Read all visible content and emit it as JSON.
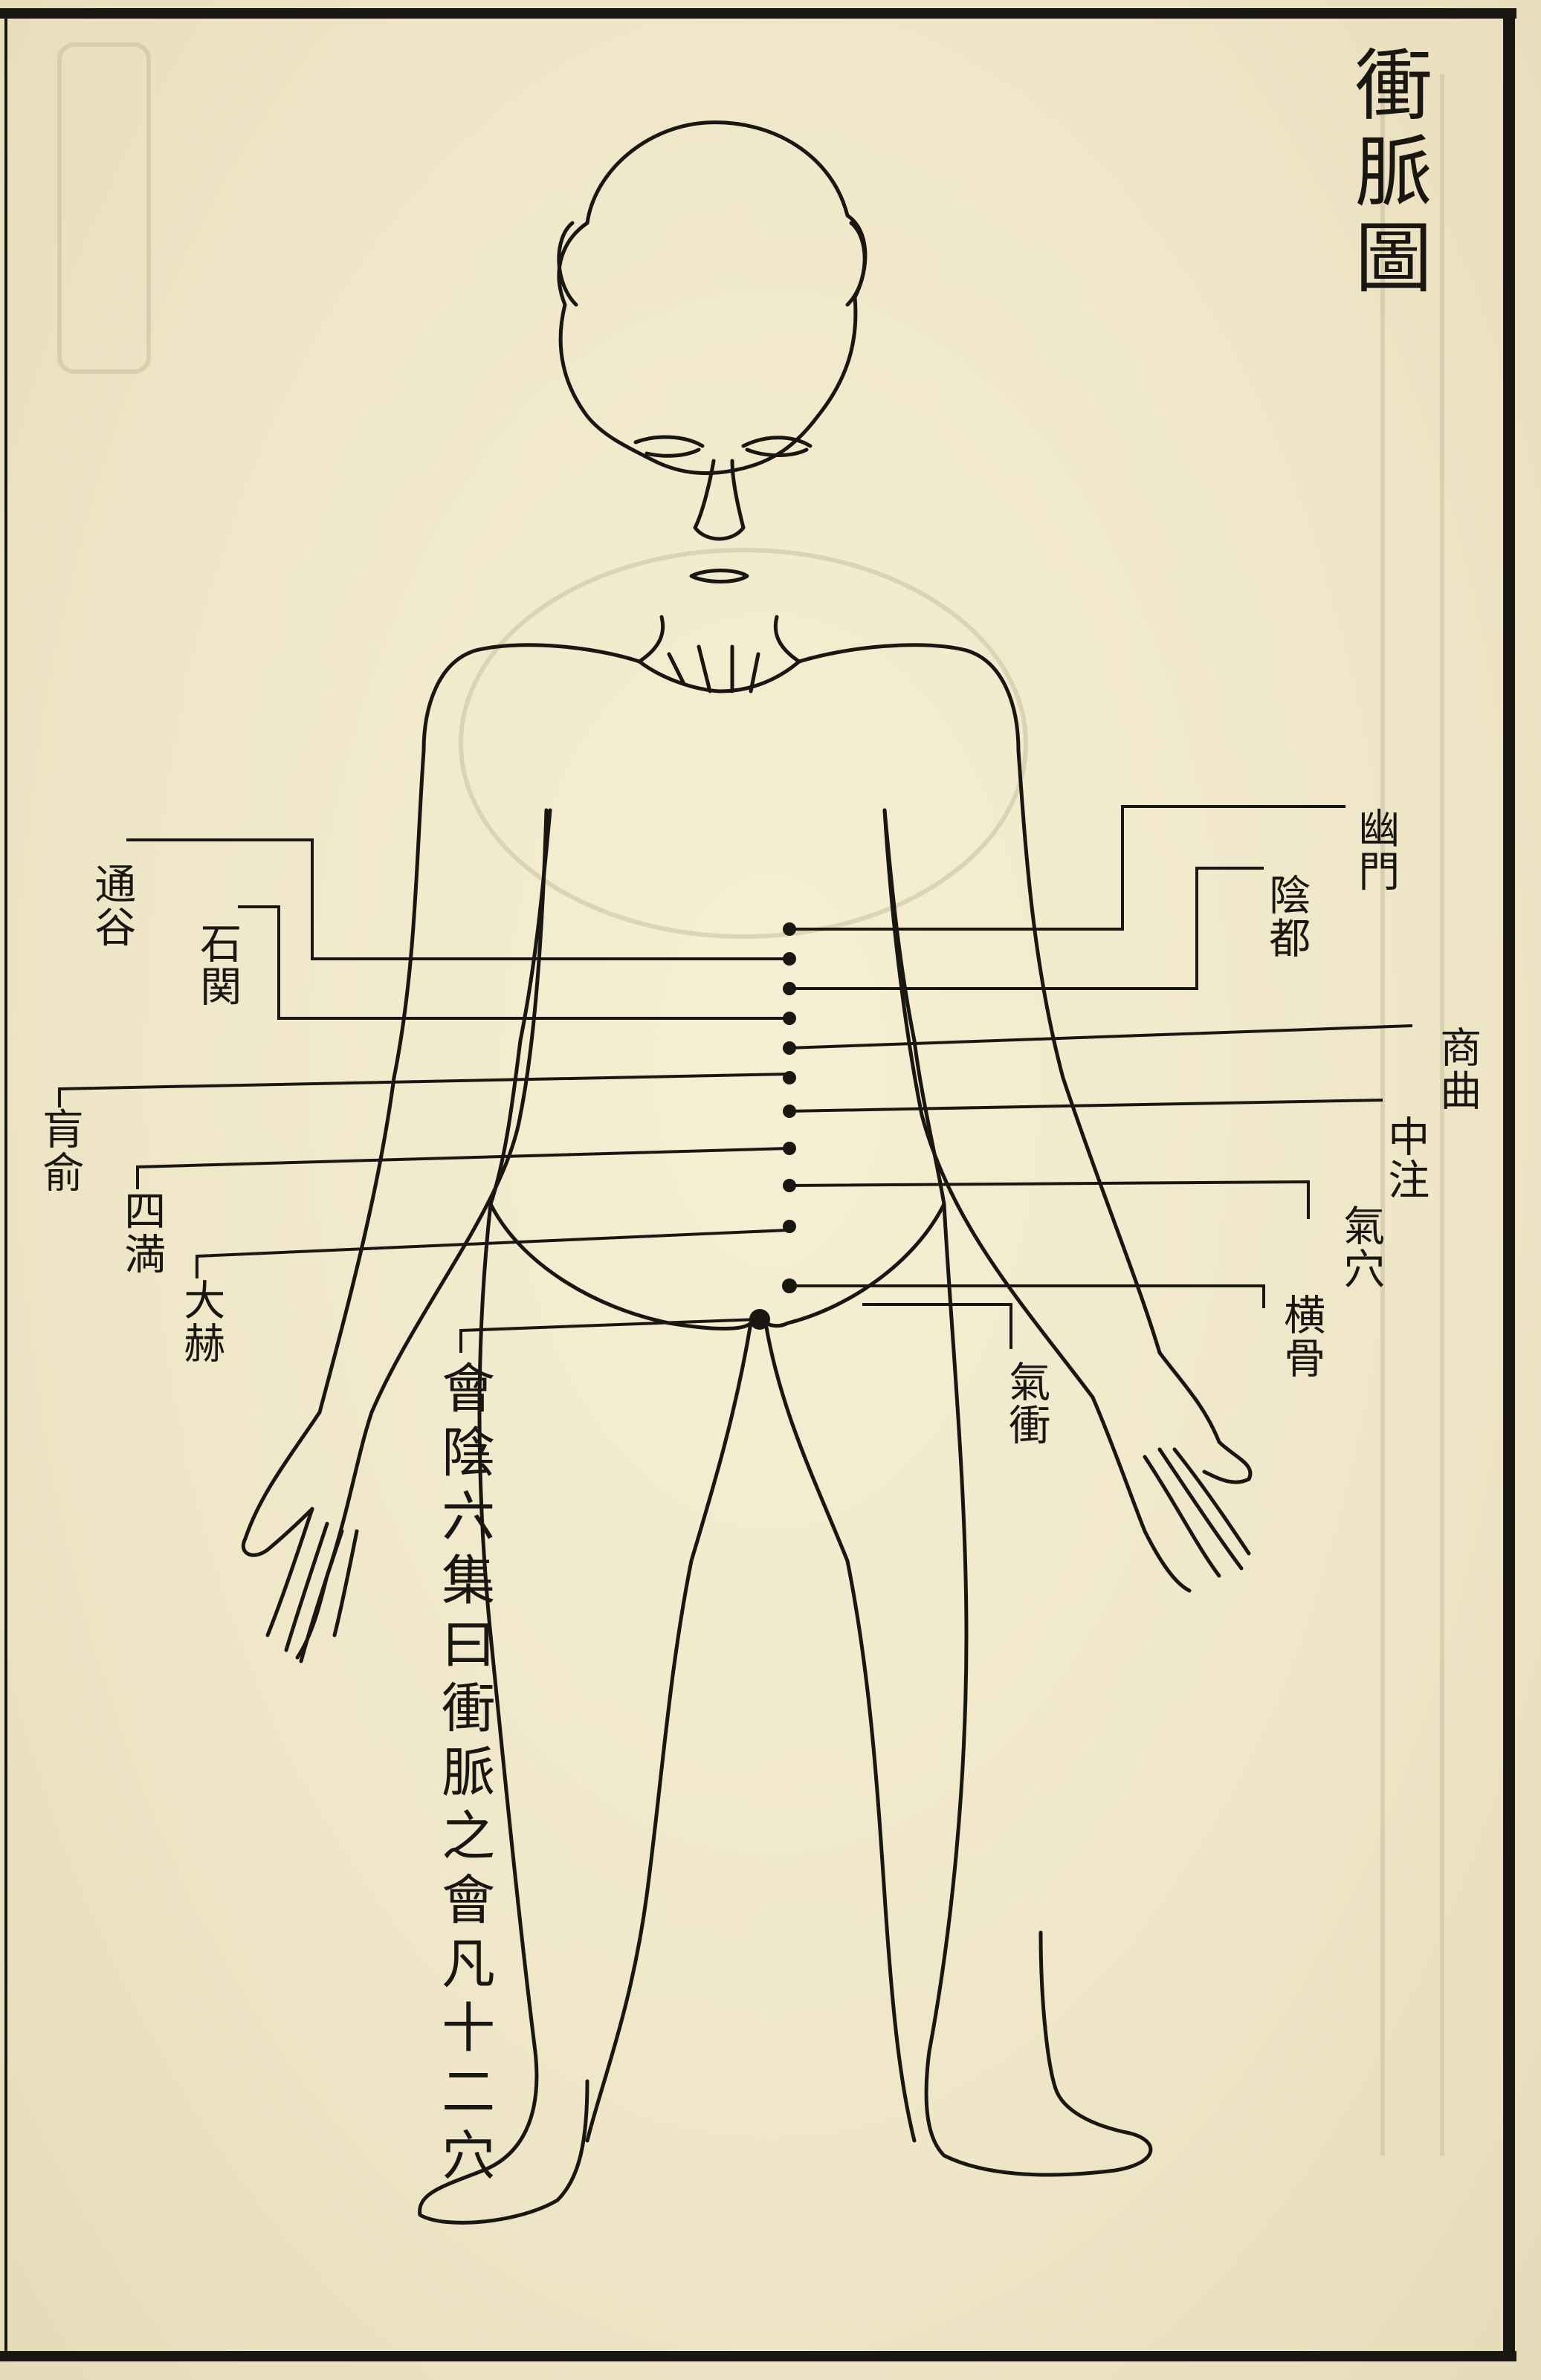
{
  "title": "衝脈圖",
  "caption": "會陰六集曰衝脈之會凡十二穴",
  "points_left": {
    "tonggu": "通谷",
    "shiguan": "石関",
    "huangshu": "肓俞",
    "siman": "四満",
    "dahe": "大赫"
  },
  "points_right": {
    "youmen": "幽門",
    "yindu": "陰都",
    "shangqu": "商曲",
    "zhongzhu": "中注",
    "qixue": "氣穴",
    "henggu": "横骨",
    "qichong": "氣衝"
  },
  "colors": {
    "paper": "#efe6c8",
    "ink": "#1a1712"
  }
}
